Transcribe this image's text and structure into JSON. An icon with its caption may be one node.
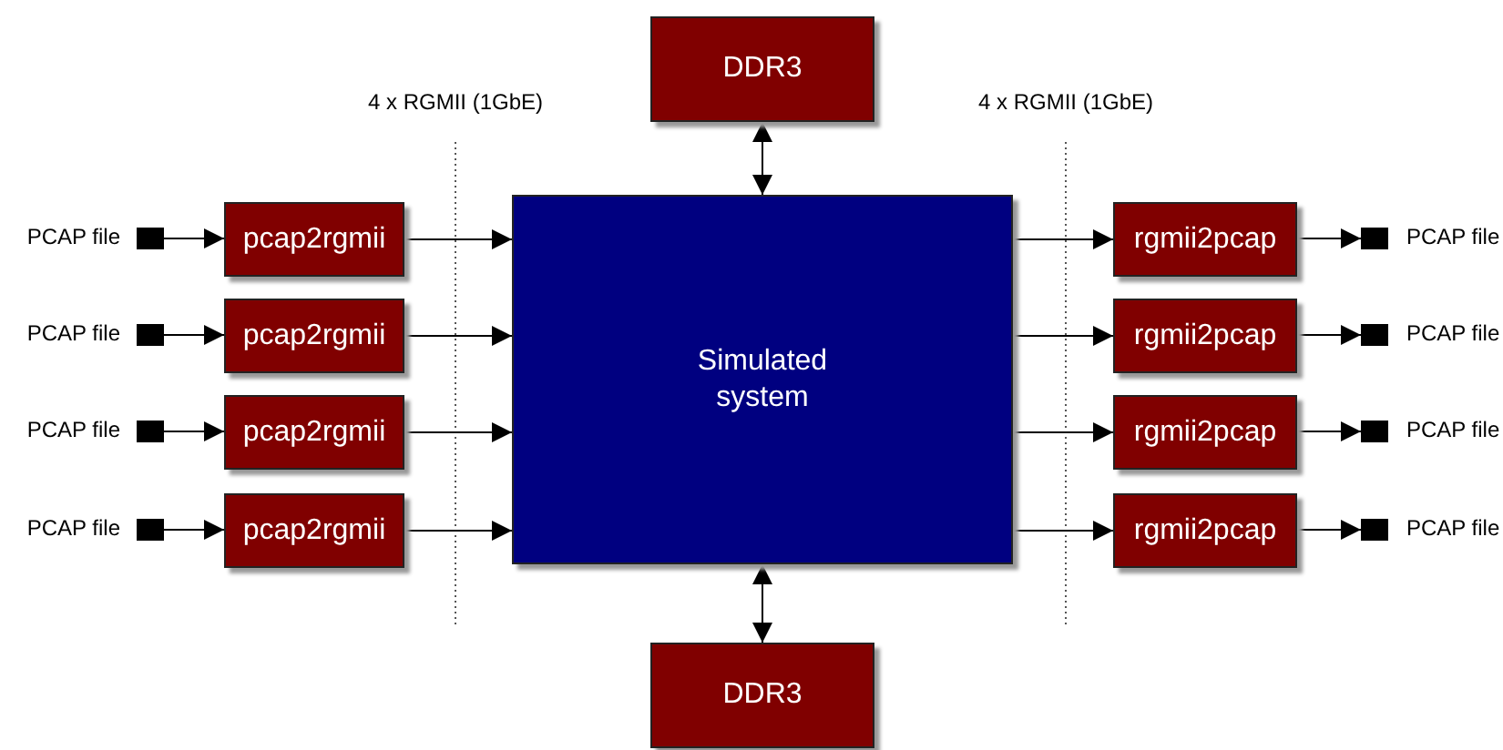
{
  "diagram": {
    "nodes": [
      {
        "text": [
          "DDR3"
        ]
      },
      {
        "text": [],
        "shape": "box",
        "beside": [
          "PCAP file"
        ]
      },
      {
        "text": [],
        "shape": "box",
        "beside": [
          "PCAP file"
        ]
      },
      {
        "text": [],
        "shape": "box",
        "beside": [
          "PCAP file"
        ]
      },
      {
        "text": [],
        "shape": "box",
        "beside": [
          "PCAP file"
        ]
      },
      {
        "text": [
          "pcap2rgmii"
        ]
      },
      {
        "text": [
          "pcap2rgmii"
        ]
      },
      {
        "text": [
          "pcap2rgmii"
        ]
      },
      {
        "text": [
          "pcap2rgmii"
        ]
      },
      {
        "text": [
          "Simulated system"
        ]
      },
      {
        "text": [
          "rgmii2pcap"
        ]
      },
      {
        "text": [
          "rgmii2pcap"
        ]
      },
      {
        "text": [
          "rgmii2pcap"
        ]
      },
      {
        "text": [
          "rgmii2pcap"
        ]
      },
      {
        "text": [],
        "shape": "box",
        "beside": [
          "PCAP file"
        ]
      },
      {
        "text": [],
        "shape": "box",
        "beside": [
          "PCAP file"
        ]
      },
      {
        "text": [],
        "shape": "box",
        "beside": [
          "PCAP file"
        ]
      },
      {
        "text": [],
        "shape": "box",
        "beside": [
          "PCAP file"
        ]
      },
      {
        "text": [
          "DDR3"
        ]
      }
    ],
    "edges": [
      {
        "from": 1,
        "to": 5,
        "arrow": "to"
      },
      {
        "from": 2,
        "to": 6,
        "arrow": "to"
      },
      {
        "from": 3,
        "to": 7,
        "arrow": "to"
      },
      {
        "from": 4,
        "to": 8,
        "arrow": "to"
      },
      {
        "from": 5,
        "to": 9,
        "arrow": "to"
      },
      {
        "from": 6,
        "to": 9,
        "arrow": "to"
      },
      {
        "from": 7,
        "to": 9,
        "arrow": "to"
      },
      {
        "from": 8,
        "to": 9,
        "arrow": "to"
      },
      {
        "from": 0,
        "to": 9,
        "arrow": "both"
      },
      {
        "from": 9,
        "to": 18,
        "arrow": "both"
      },
      {
        "from": 9,
        "to": 10,
        "arrow": "to"
      },
      {
        "from": 9,
        "to": 11,
        "arrow": "to"
      },
      {
        "from": 9,
        "to": 12,
        "arrow": "to"
      },
      {
        "from": 9,
        "to": 13,
        "arrow": "to"
      },
      {
        "from": 10,
        "to": 14,
        "arrow": "to"
      },
      {
        "from": 11,
        "to": 15,
        "arrow": "to"
      },
      {
        "from": 12,
        "to": 16,
        "arrow": "to"
      },
      {
        "from": 13,
        "to": 17,
        "arrow": "to"
      }
    ],
    "labels": [
      "4 x RGMII (1GbE)",
      "4 x RGMII (1GbE)"
    ]
  }
}
